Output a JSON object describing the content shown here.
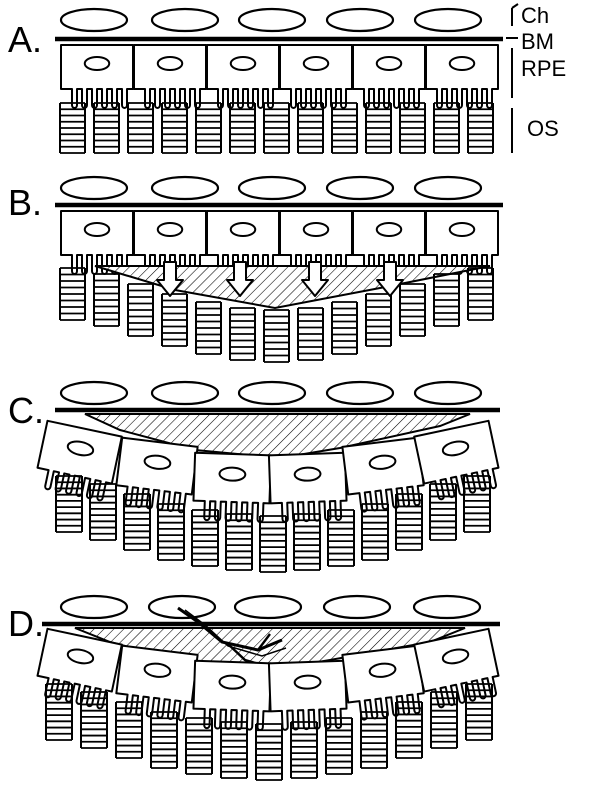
{
  "panels": [
    "A.",
    "B.",
    "C.",
    "D."
  ],
  "layer_labels": {
    "ch": "Ch",
    "bm": "BM",
    "rpe": "RPE",
    "os": "OS"
  },
  "colors": {
    "ink": "#000000",
    "background": "#ffffff"
  }
}
